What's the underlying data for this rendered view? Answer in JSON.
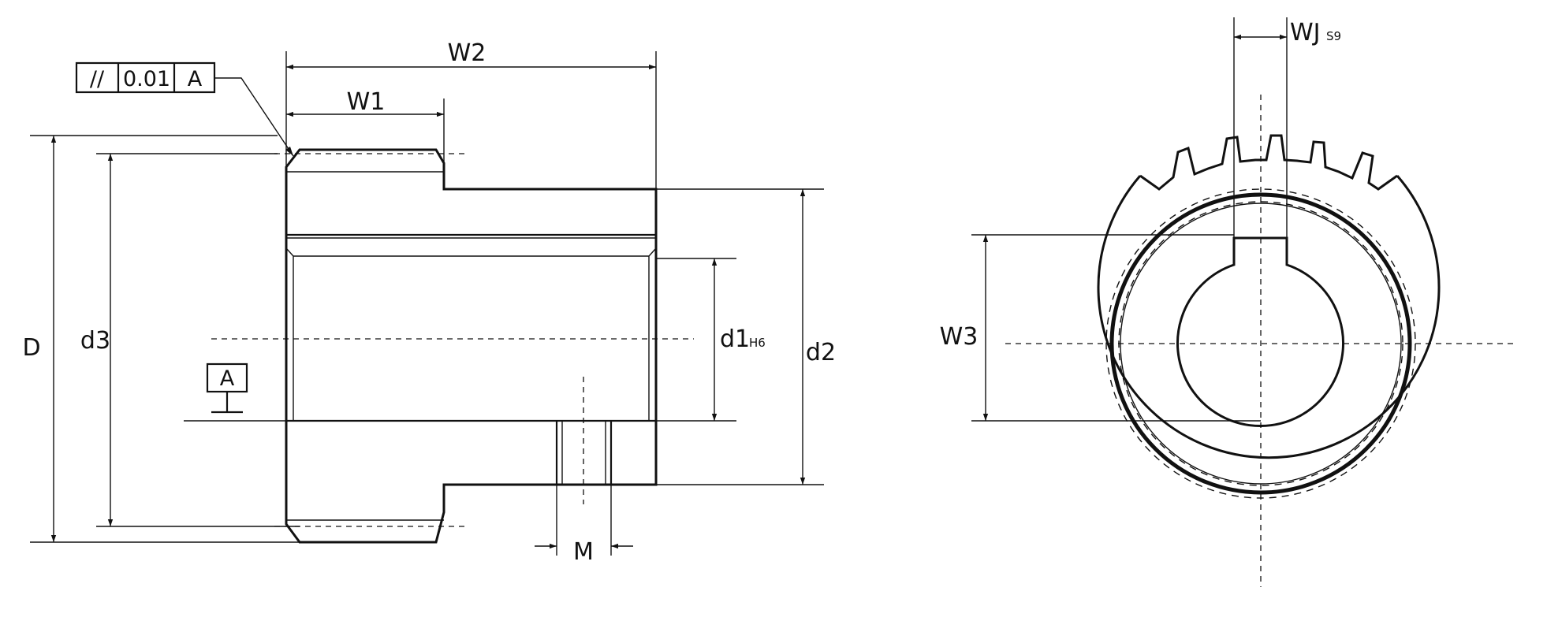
{
  "labels": {
    "W2": "W2",
    "W1": "W1",
    "D": "D",
    "d3": "d3",
    "d1": "d1",
    "d1_tol": "H6",
    "d2": "d2",
    "M": "M",
    "W3": "W3",
    "WJ": "WJ",
    "WJ_tol": "S9"
  },
  "tolerance_frame": {
    "symbol": "//",
    "value": "0.01",
    "datum": "A"
  },
  "datum_marker": "A"
}
